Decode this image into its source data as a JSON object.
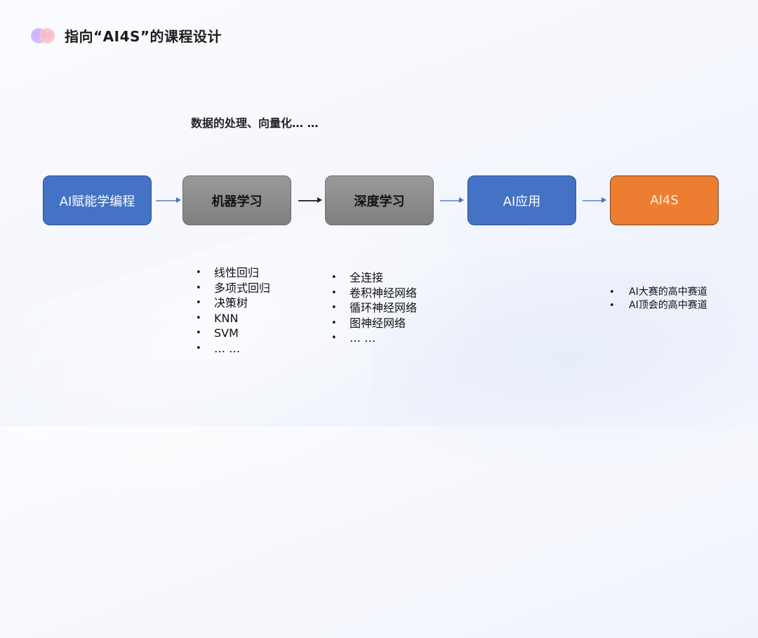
{
  "header": {
    "logo_icon": "two-overlapping-circles-icon",
    "title": "指向“AI4S”的课程设计"
  },
  "note": "数据的处理、向量化… …",
  "flow": {
    "nodes": [
      {
        "label": "AI赋能学编程",
        "color": "#4472c4"
      },
      {
        "label": "机器学习",
        "color": "#8c8c8c"
      },
      {
        "label": "深度学习",
        "color": "#8c8c8c"
      },
      {
        "label": "AI应用",
        "color": "#4472c4"
      },
      {
        "label": "AI4S",
        "color": "#ed7d31"
      }
    ],
    "arrows": [
      "right-arrow",
      "right-arrow",
      "right-arrow",
      "right-arrow"
    ]
  },
  "lists": {
    "machine_learning": [
      "线性回归",
      "多项式回归",
      "决策树",
      "KNN",
      "SVM",
      "… …"
    ],
    "deep_learning": [
      "全连接",
      "卷积神经网络",
      "循环神经网络",
      "图神经网络",
      "… …"
    ],
    "ai4s": [
      "AI大赛的高中赛道",
      "AI顶会的高中赛道"
    ]
  }
}
